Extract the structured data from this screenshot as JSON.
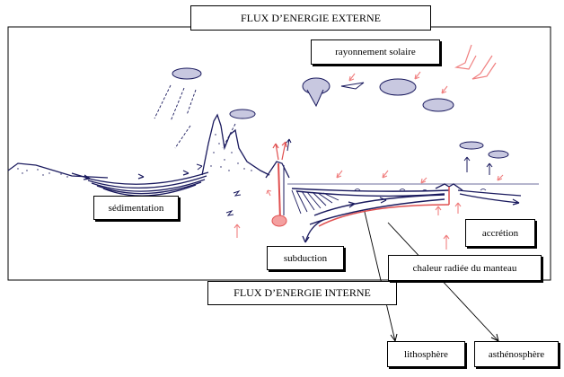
{
  "diagram": {
    "labels": {
      "external_flux": "FLUX D’ENERGIE EXTERNE",
      "internal_flux": "FLUX D’ENERGIE INTERNE",
      "solar_radiation": "rayonnement solaire",
      "sedimentation": "sédimentation",
      "subduction": "subduction",
      "accretion": "accrétion",
      "mantle_heat": "chaleur radiée du manteau",
      "lithosphere": "lithosphère",
      "asthenosphere": "asthénosphère"
    },
    "colors": {
      "ink": "#1a1a5e",
      "heat_arrow": "#f08080",
      "magma": "#e05050",
      "sea_line": "#8a8ab0"
    }
  }
}
